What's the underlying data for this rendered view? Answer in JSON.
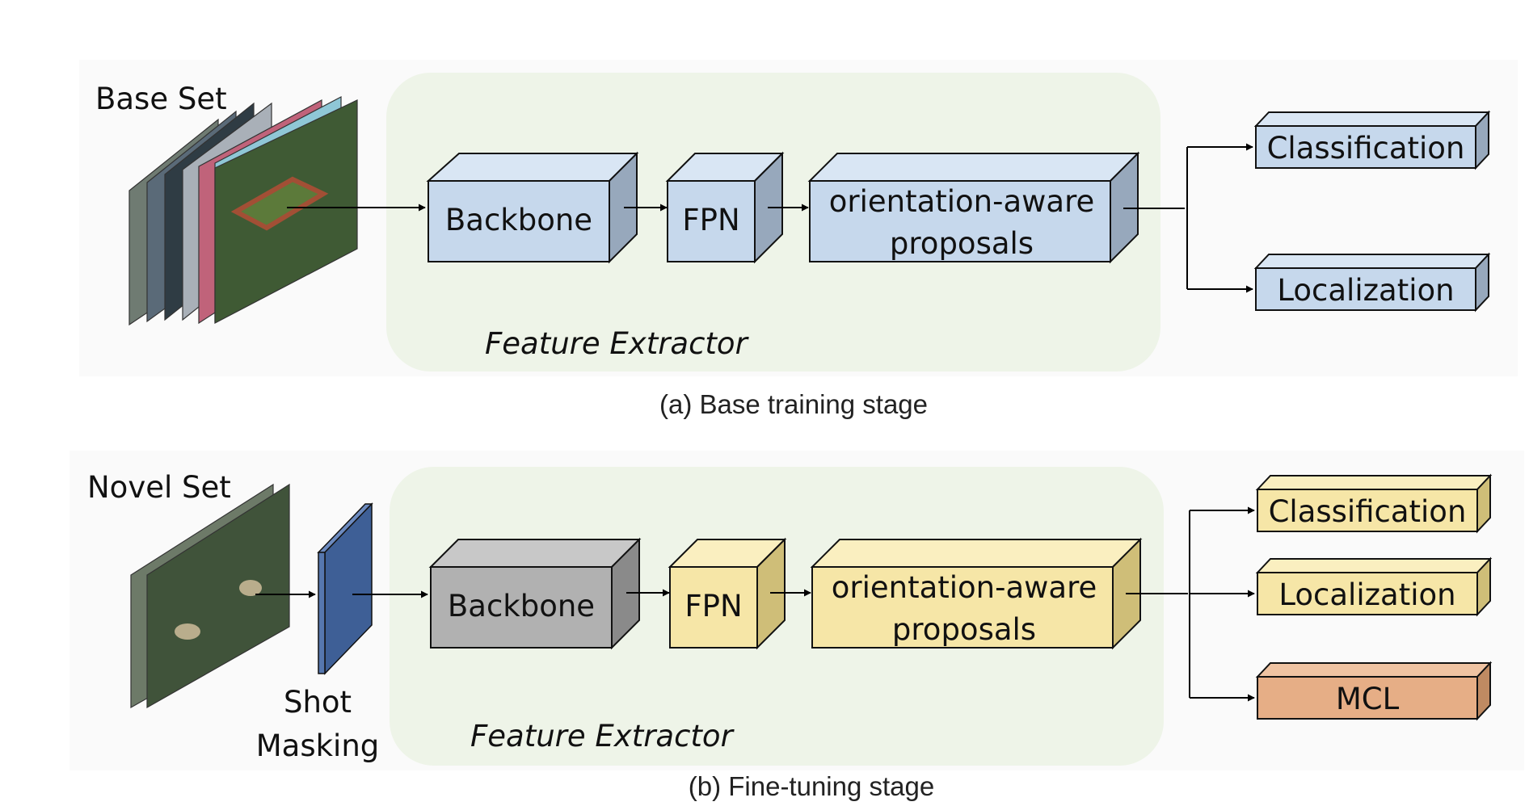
{
  "colors": {
    "panel_bg": "#fafafa",
    "extractor_bg": "#eef4e8",
    "blue_front": "#c6d8ec",
    "blue_top": "#d9e6f4",
    "blue_side": "#97a8bc",
    "yellow_front": "#f6e6a7",
    "yellow_top": "#faefc0",
    "yellow_side": "#cfbe78",
    "gray_front": "#b1b1b1",
    "gray_top": "#c8c8c8",
    "gray_side": "#8a8a8a",
    "orange_front": "#e6ae86",
    "orange_top": "#efc3a2",
    "orange_side": "#bf8a62",
    "mask_blue": "#3e5f96"
  },
  "stage_a": {
    "set_label": "Base Set",
    "backbone": "Backbone",
    "fpn": "FPN",
    "proposals_line1": "orientation-aware",
    "proposals_line2": "proposals",
    "extractor_label": "Feature Extractor",
    "head_classification": "Classification",
    "head_localization": "Localization",
    "caption": "(a) Base training stage"
  },
  "stage_b": {
    "set_label": "Novel Set",
    "mask_line1": "Shot",
    "mask_line2": "Masking",
    "backbone": "Backbone",
    "fpn": "FPN",
    "proposals_line1": "orientation-aware",
    "proposals_line2": "proposals",
    "extractor_label": "Feature Extractor",
    "head_classification": "Classification",
    "head_localization": "Localization",
    "head_mcl": "MCL",
    "caption": "(b) Fine-tuning stage"
  }
}
